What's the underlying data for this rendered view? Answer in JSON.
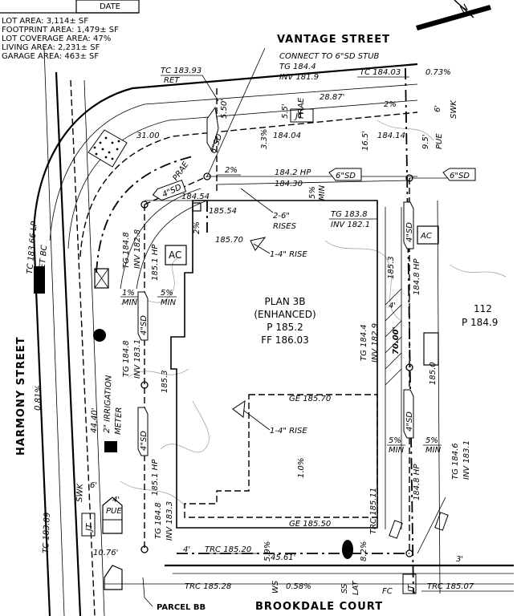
{
  "title_block": {
    "date_label": "DATE",
    "lot_area": "LOT AREA: 3,114± SF",
    "footprint_area": "FOOTPRINT AREA: 1,479± SF",
    "lot_coverage": "LOT COVERAGE AREA: 47%",
    "living_area": "LIVING AREA: 2,231± SF",
    "garage_area": "GARAGE AREA: 463± SF"
  },
  "north": "N",
  "streets": {
    "top": "VANTAGE STREET",
    "left": "HARMONY STREET",
    "bottom": "BROOKDALE COURT"
  },
  "parcel": "PARCEL BB",
  "house": {
    "plan": "PLAN 3B",
    "variant": "(ENHANCED)",
    "pad": "P 185.2",
    "ff": "FF 186.03"
  },
  "neighbor": {
    "lot": "112",
    "pad": "P 184.9"
  },
  "labels": {
    "connect": "CONNECT TO 6\"SD STUB",
    "tg_184_4_top": "TG 184.4",
    "inv_181_9": "INV 181.9",
    "tc_183_93": "TC 183.93",
    "ret": "RET",
    "tc_184_03": "TC 184.03",
    "slope_073": "0.73%",
    "dim_2887": "28.87'",
    "dim_55": "5.5'",
    "prae_top": "PRAE",
    "jt": "JT",
    "pct_2_a": "2%",
    "dim_6_swk": "6'",
    "swk": "SWK",
    "dim_550": "5.50'",
    "dim_3100": "31.00",
    "el_184_04": "184.04",
    "pct_33": "3.3%",
    "dim_165": "16.5'",
    "el_184_14": "184.14",
    "dim_95": "9.5'",
    "pue": "PUE",
    "prae_curve": "PRAE",
    "pct_2_b": "2%",
    "hp_184_2": "184.2 HP",
    "el_184_30": "184.30",
    "sd6": "6\"SD",
    "sd6_b": "6\"SD",
    "sd4": "4\"SD",
    "pct_5_min": "5%",
    "min": "MIN",
    "el_184_54": "184.54",
    "el_185_54": "185.54",
    "rises_2_6": "2-6\"",
    "rises": "RISES",
    "tg_183_8": "TG 183.8",
    "inv_182_1": "INV 182.1",
    "ac": "AC",
    "ac_right": "AC",
    "pct_2_c": "2%",
    "el_185_70": "185.70",
    "rise_1_4": "1-4\" RISE",
    "tg_184_8_a": "TG 184.8",
    "inv_182_8": "INV 182.8",
    "hp_185_1_a": "185.1 HP",
    "pct_1_min": "1%",
    "min_a": "MIN",
    "pct_5_min_b": "5%",
    "min_b": "MIN",
    "sd4_b": "4\"SD",
    "tg_184_8_b": "TG 184.8",
    "inv_183_1": "INV 183.1",
    "el_185_3": "185.3",
    "tc_183_66": "TC 183.66 LP",
    "ret_bc": "RET BC",
    "slope_081": "0.81%",
    "dim_4440": "44.40'",
    "irrigation": "2\" IRRIGATION",
    "meter": "METER",
    "dim_6_b": "6'",
    "swk_b": "SWK",
    "dim_4": "4'",
    "pue_b": "PUE",
    "jt_b": "JT",
    "tc_183_89": "TC 183.89",
    "sd4_c": "4\"SD",
    "hp_185_1_b": "185.1 HP",
    "tg_184_8_c": "TG 184.8",
    "inv_183_3": "INV 183.3",
    "el_10_76": "10.76'",
    "dim_4_b": "4'",
    "trc_185_20": "TRC 185.20",
    "pct_59": "5.9%",
    "dim_4561": "45.61'",
    "pct_82": "8.2%",
    "trc_185_28": "TRC 185.28",
    "ws": "WS",
    "slope_058": "0.58%",
    "ss": "SS",
    "lat": "LAT",
    "fc": "FC",
    "jt_c": "JT",
    "trc_185_07": "TRC 185.07",
    "ge_185_70": "GE 185.70",
    "rise_1_4_b": "1-4\" RISE",
    "pct_10": "1.0%",
    "ge_185_50": "GE 185.50",
    "trc_185_11": "TRC 185.11",
    "tg_184_4_mid": "TG 184.4",
    "inv_182_9": "INV 182.9",
    "dim_7000": "70.00'",
    "dim_4_c": "4'",
    "el_185_3_b": "185.3",
    "hp_184_8_a": "184.8 HP",
    "sd4_d": "4\"SD",
    "el_185_0": "185.0",
    "sd4_e": "4\"SD",
    "pct_5_min_c": "5%",
    "min_c": "MIN",
    "pct_5_min_d": "5%",
    "min_d": "MIN",
    "hp_184_8_b": "184.8 HP",
    "tg_184_6": "TG 184.6",
    "inv_183_1_b": "INV 183.1",
    "dim_3": "3'"
  }
}
